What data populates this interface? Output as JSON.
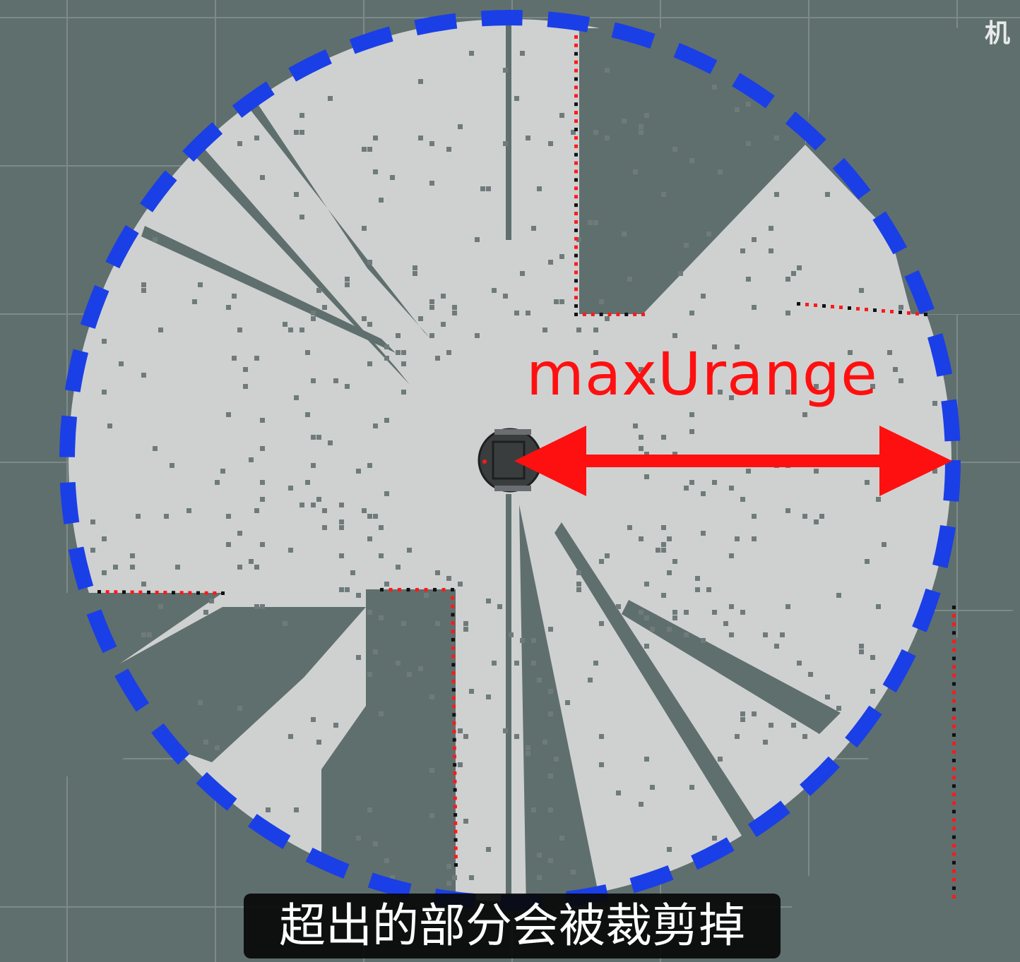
{
  "annotation": {
    "label": "maxUrange"
  },
  "subtitle": {
    "text": "超出的部分会被裁剪掉"
  },
  "watermark": {
    "text": "机"
  },
  "colors": {
    "background": "#5f6f6e",
    "free_space": "#cfd1d1",
    "obstacle": "#5f6f6e",
    "scan_point": "#ff1a1a",
    "range_circle": "#1a3fe6",
    "range_arrow": "#ff1010"
  },
  "icons": {
    "robot": "robot-icon"
  }
}
